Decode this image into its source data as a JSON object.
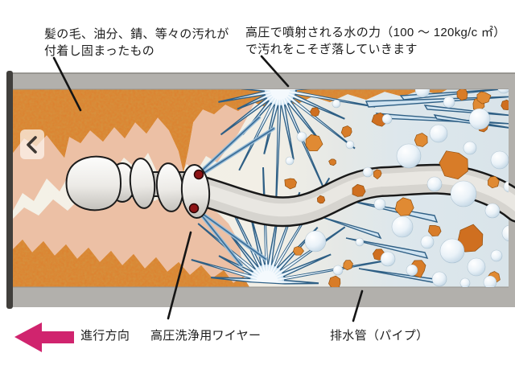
{
  "annotations": {
    "clog": {
      "line1": "髪の毛、油分、錆、等々の汚れが",
      "line2": "付着し固まったもの"
    },
    "water_jet": {
      "line1": "高圧で噴射される水の力（100 ～ 120kg/c ㎡）",
      "line2": "で汚れをこそぎ落していきます"
    },
    "direction_label": "進行方向",
    "wire_label": "高圧洗浄用ワイヤー",
    "pipe_label": "排水管（パイプ）"
  },
  "nav": {
    "prev_icon": "chevron-left"
  },
  "icons": {
    "direction_arrow": "arrow-left"
  },
  "colors": {
    "dirt_orange": "#dd7e2b",
    "dirt_salmon": "#ecc0a5",
    "pipe_gray": "#b2b0ac",
    "pipe_edge": "#96948f",
    "frame_dark": "#413f3c",
    "clean_bg": "#f4f1e7",
    "water_bg": "#d9e4ea",
    "burst_fill": "#bdd7ea",
    "burst_stroke": "#2e5f85",
    "wire_gray": "#d6d4cf",
    "arrow_magenta": "#d0246e",
    "text_dark": "#1c1c1c"
  }
}
